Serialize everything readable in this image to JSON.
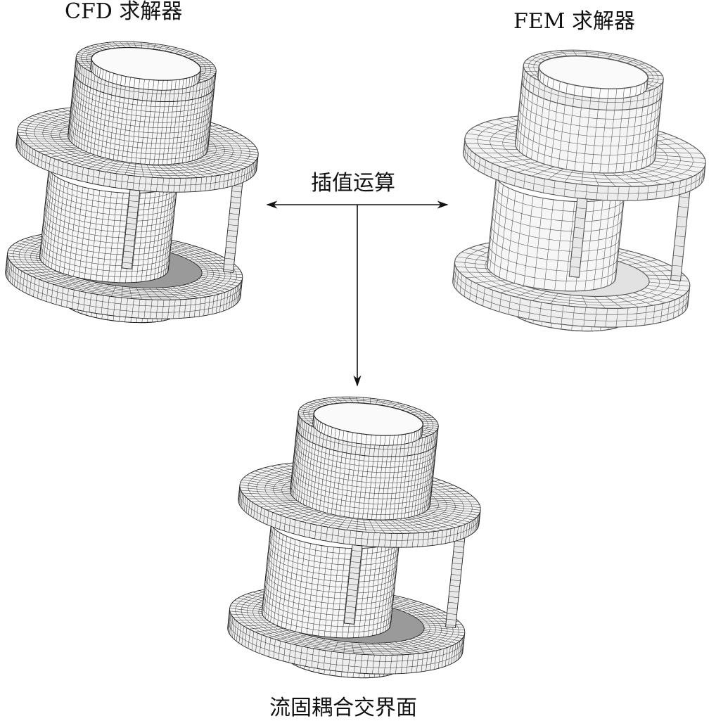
{
  "labels": {
    "cfd_solver": "CFD 求解器",
    "fem_solver": "FEM 求解器",
    "interpolation": "插值运算",
    "fsi_interface": "流固耦合交界面"
  },
  "models": [
    {
      "id": "cfd-mesh-model",
      "style": "fine-dense",
      "color": "#222222"
    },
    {
      "id": "fem-mesh-model",
      "style": "coarse-light",
      "color": "#555555"
    },
    {
      "id": "fsi-interface-model",
      "style": "fine-dense",
      "color": "#222222"
    }
  ],
  "arrows": {
    "left": "to-cfd",
    "right": "to-fem",
    "down": "to-interface"
  },
  "colors": {
    "line": "#111111",
    "background": "#ffffff"
  }
}
